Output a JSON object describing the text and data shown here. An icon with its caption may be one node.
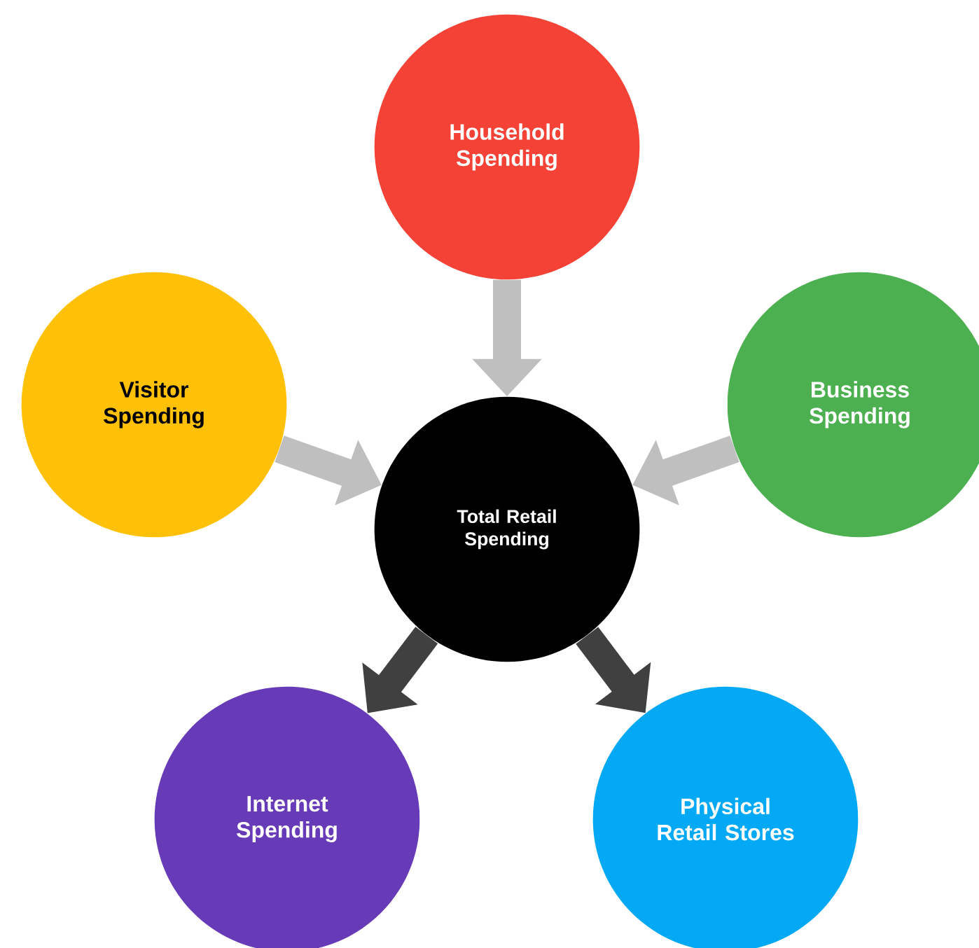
{
  "diagram": {
    "nodes": [
      {
        "text": [
          "Household Spending"
        ]
      },
      {
        "text": [
          "Visitor Spending"
        ]
      },
      {
        "text": [
          "Business Spending"
        ]
      },
      {
        "text": [
          "Total Retail Spending"
        ]
      },
      {
        "text": [
          "Internet Spending"
        ]
      },
      {
        "text": [
          "Physical Retail Stores"
        ]
      }
    ],
    "edges": [
      {
        "from": 0,
        "to": 3,
        "arrow": "to"
      },
      {
        "from": 1,
        "to": 3,
        "arrow": "to"
      },
      {
        "from": 2,
        "to": 3,
        "arrow": "to"
      },
      {
        "from": 3,
        "to": 4,
        "arrow": "to",
        "color": "#404040"
      },
      {
        "from": 3,
        "to": 5,
        "arrow": "to",
        "color": "#404040"
      }
    ]
  }
}
